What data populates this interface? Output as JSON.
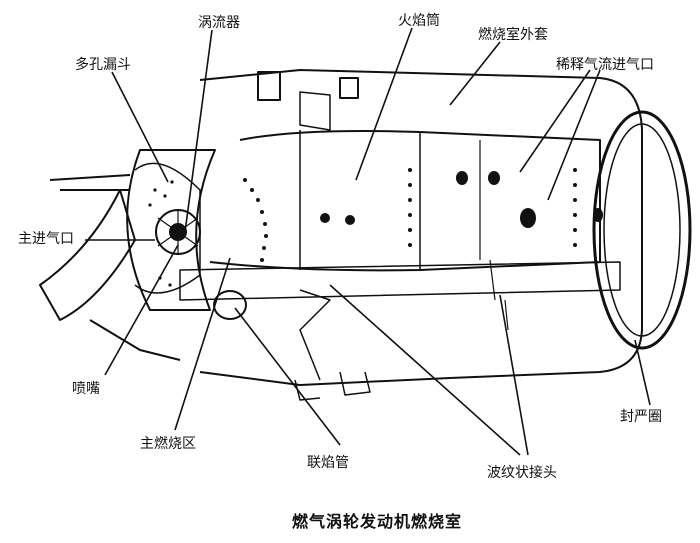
{
  "title": "燃气涡轮发动机燃烧室",
  "labels": {
    "swirler": "涡流器",
    "flame_tube": "火焰筒",
    "casing": "燃烧室外套",
    "perforated_funnel": "多孔漏斗",
    "dilution_holes": "稀释气流进气口",
    "main_inlet": "主进气口",
    "nozzle": "喷嘴",
    "primary_zone": "主燃烧区",
    "interconnector": "联焰管",
    "corrugated_joint": "波纹状接头",
    "seal_ring": "封严圈"
  },
  "colors": {
    "ink": "#111111",
    "background": "#ffffff"
  }
}
